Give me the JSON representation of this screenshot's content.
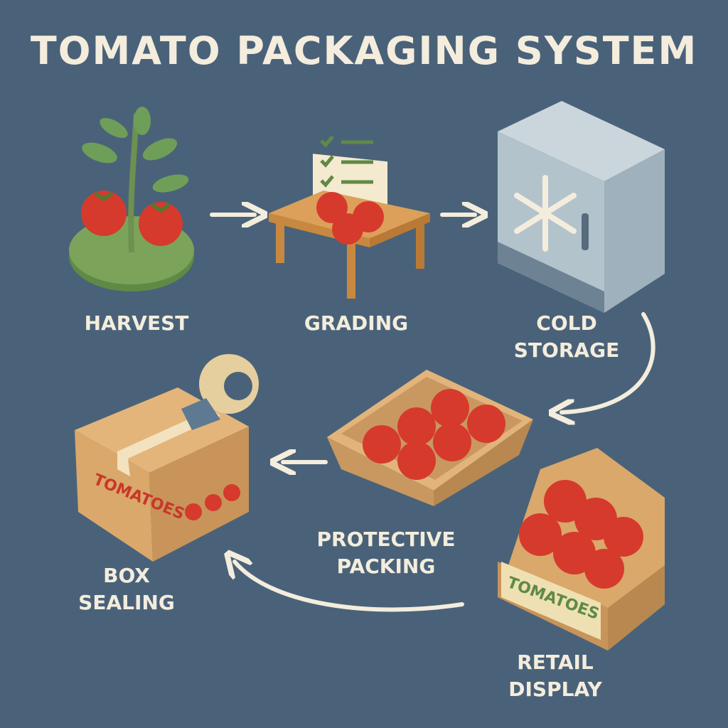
{
  "title": "TOMATO PACKAGING SYSTEM",
  "steps": [
    {
      "label": "HARVEST"
    },
    {
      "label": "GRADING"
    },
    {
      "label_line1": "COLD",
      "label_line2": "STORAGE"
    },
    {
      "label_line1": "PROTECTIVE",
      "label_line2": "PACKING"
    },
    {
      "label_line1": "BOX",
      "label_line2": "SEALING"
    },
    {
      "label_line1": "RETAIL",
      "label_line2": "DISPLAY"
    }
  ],
  "box_print": "TOMATOES",
  "display_sign": "TOMATOES",
  "colors": {
    "background": "#4a6279",
    "text": "#f4eddd",
    "tomato": "#d63a2c",
    "cardboard": "#d9a86a"
  }
}
